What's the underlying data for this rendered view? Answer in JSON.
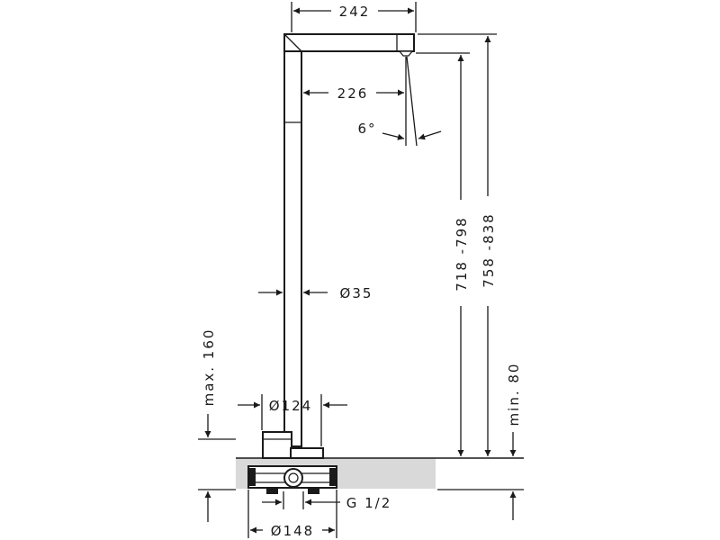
{
  "dimensions": {
    "spout_reach": "242",
    "spout_inner": "226",
    "jet_angle": "6°",
    "tube_diameter": "Ø35",
    "outlet_height_range": "718 -798",
    "total_height_range": "758 -838",
    "base_max_height": "max. 160",
    "base_diameter": "Ø124",
    "floor_min_depth": "min. 80",
    "thread_size": "G 1/2",
    "housing_diameter": "Ø148"
  },
  "colors": {
    "line": "#1a1a1a",
    "floor": "#d9d9d9",
    "background": "#ffffff"
  }
}
